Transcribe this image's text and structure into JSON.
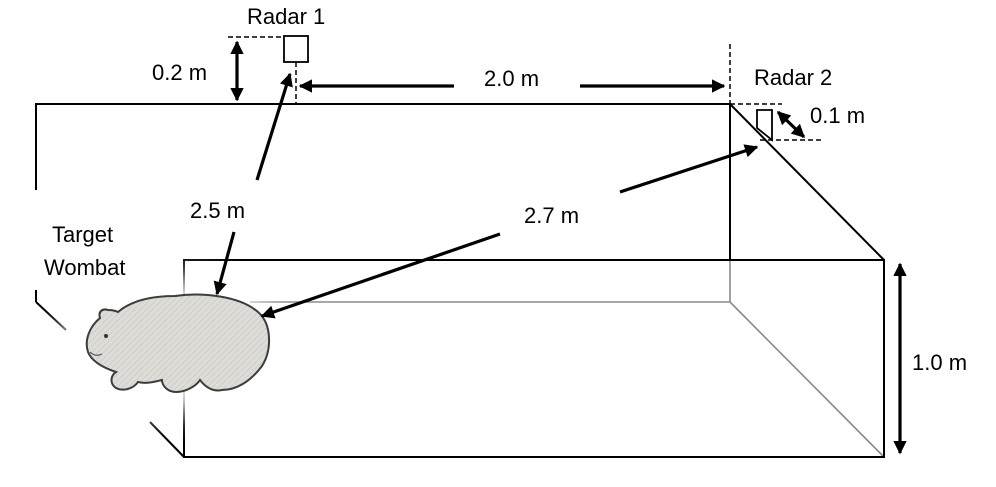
{
  "labels": {
    "radar1": "Radar 1",
    "radar2": "Radar 2",
    "dist_radar1_height": "0.2 m",
    "dist_radar_separation": "2.0 m",
    "dist_radar2_offset": "0.1 m",
    "dist_radar1_to_target": "2.5 m",
    "dist_radar2_to_target": "2.7 m",
    "target_line1": "Target",
    "target_line2": "Wombat",
    "box_height": "1.0 m"
  },
  "colors": {
    "line": "#000000",
    "hidden_edge": "#8a8a8a",
    "wombat_fill": "#d9d7d3",
    "wombat_outline": "#3c3c3c"
  }
}
